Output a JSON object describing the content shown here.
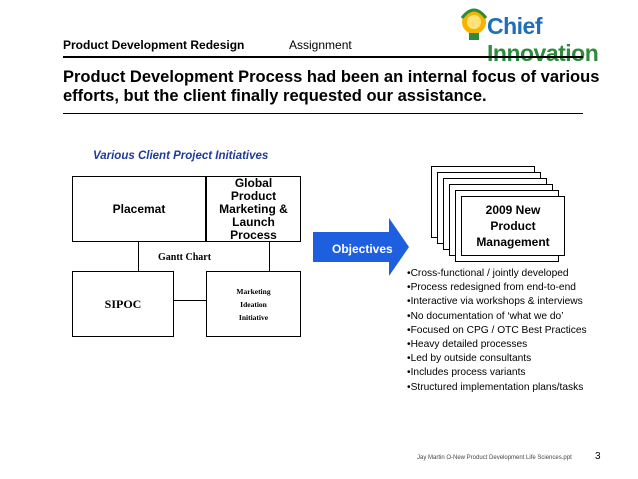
{
  "header": {
    "left_title": "Product Development Redesign",
    "section": "Assignment"
  },
  "logo": {
    "word1": "Chief",
    "word2": "Innovation",
    "colors": {
      "word1": "#1f6fb8",
      "word2": "#2e8b3e",
      "bulb": "#f5b400"
    }
  },
  "title": "Product Development Process had been an internal focus of various efforts, but the client finally requested our assistance.",
  "initiatives": {
    "label": "Various Client Project Initiatives",
    "placemat": "Placemat",
    "global": "Global Product Marketing & Launch Process",
    "gantt": "Gantt Chart",
    "sipoc": "SIPOC",
    "marketing_ideation": [
      "Marketing",
      "Ideation",
      "Initiative"
    ]
  },
  "objectives_label": "Objectives",
  "arrow_color": "#1e5fe0",
  "result_doc": "2009 New Product Management",
  "bullets": [
    "Cross-functional / jointly developed",
    "Process redesigned from end-to-end",
    "Interactive via workshops & interviews",
    "No documentation of ‘what we do’",
    "Focused on CPG / OTC Best Practices",
    "Heavy detailed processes",
    "Led by outside consultants",
    "Includes process variants",
    "Structured implementation plans/tasks"
  ],
  "footer": {
    "source": "Jay Martin O-New Product Development Life Sciences.ppt",
    "page": "3"
  }
}
